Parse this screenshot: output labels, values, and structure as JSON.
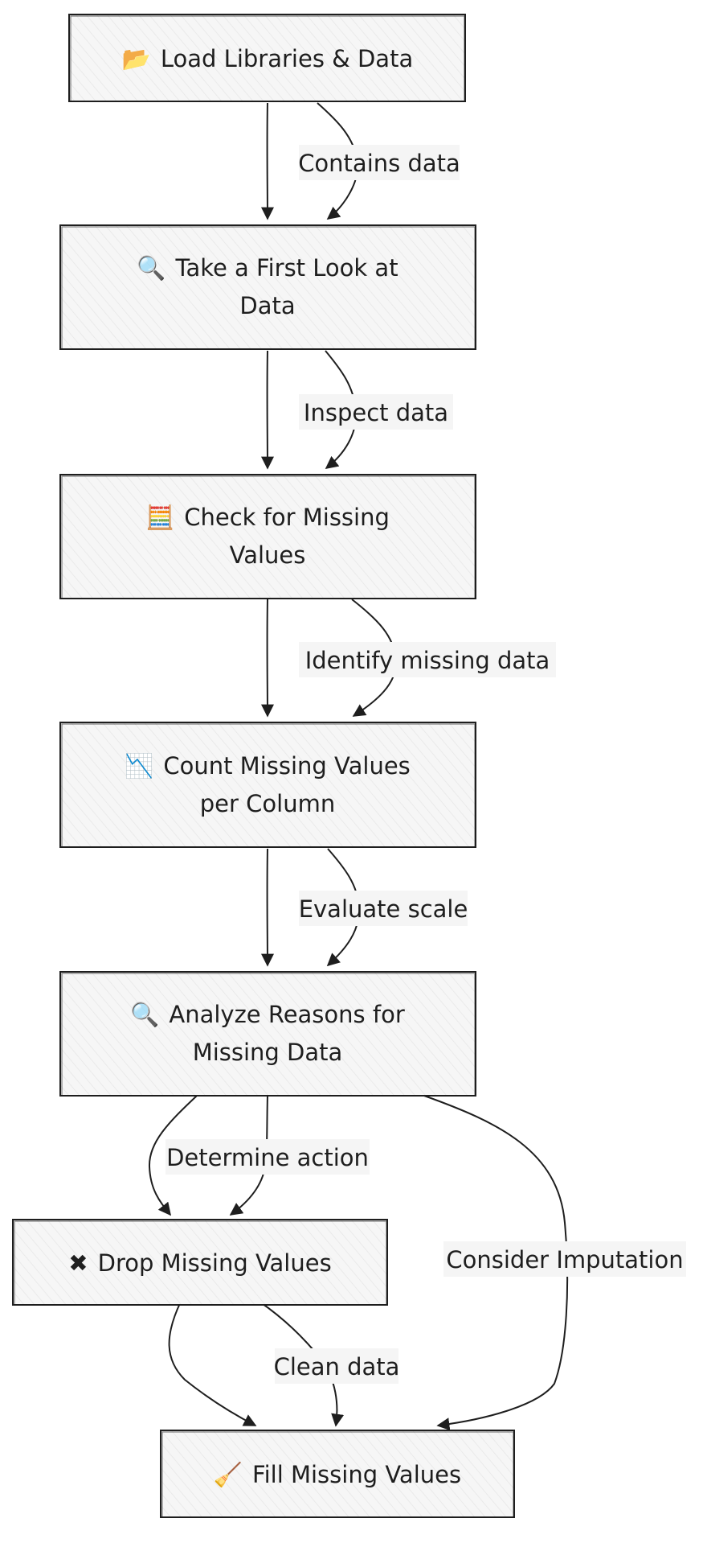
{
  "diagram": {
    "nodes": [
      {
        "id": "load",
        "icon": "folder-icon",
        "glyph": "📂",
        "lines": [
          "Load Libraries & Data"
        ]
      },
      {
        "id": "look",
        "icon": "magnifier-icon",
        "glyph": "🔍",
        "lines": [
          "Take a First Look at",
          "Data"
        ]
      },
      {
        "id": "check",
        "icon": "abacus-icon",
        "glyph": "🧮",
        "lines": [
          "Check for Missing",
          "Values"
        ]
      },
      {
        "id": "count",
        "icon": "chart-decreasing-icon",
        "glyph": "📉",
        "lines": [
          "Count Missing Values",
          "per Column"
        ]
      },
      {
        "id": "analyze",
        "icon": "magnifier-icon",
        "glyph": "🔍",
        "lines": [
          "Analyze Reasons for",
          "Missing Data"
        ]
      },
      {
        "id": "drop",
        "icon": "cross-icon",
        "glyph": "✖",
        "lines": [
          "Drop Missing Values"
        ]
      },
      {
        "id": "fill",
        "icon": "broom-icon",
        "glyph": "🧹",
        "lines": [
          "Fill Missing Values"
        ]
      }
    ],
    "edges": [
      {
        "from": "load",
        "to": "look",
        "label": ""
      },
      {
        "from": "load",
        "to": "look",
        "label": "Contains data"
      },
      {
        "from": "look",
        "to": "check",
        "label": ""
      },
      {
        "from": "look",
        "to": "check",
        "label": "Inspect data"
      },
      {
        "from": "check",
        "to": "count",
        "label": ""
      },
      {
        "from": "check",
        "to": "count",
        "label": "Identify missing data"
      },
      {
        "from": "count",
        "to": "analyze",
        "label": ""
      },
      {
        "from": "count",
        "to": "analyze",
        "label": "Evaluate scale"
      },
      {
        "from": "analyze",
        "to": "drop",
        "label": ""
      },
      {
        "from": "analyze",
        "to": "drop",
        "label": "Determine action"
      },
      {
        "from": "analyze",
        "to": "fill",
        "label": "Consider Imputation"
      },
      {
        "from": "drop",
        "to": "fill",
        "label": ""
      },
      {
        "from": "drop",
        "to": "fill",
        "label": "Clean data"
      }
    ]
  }
}
